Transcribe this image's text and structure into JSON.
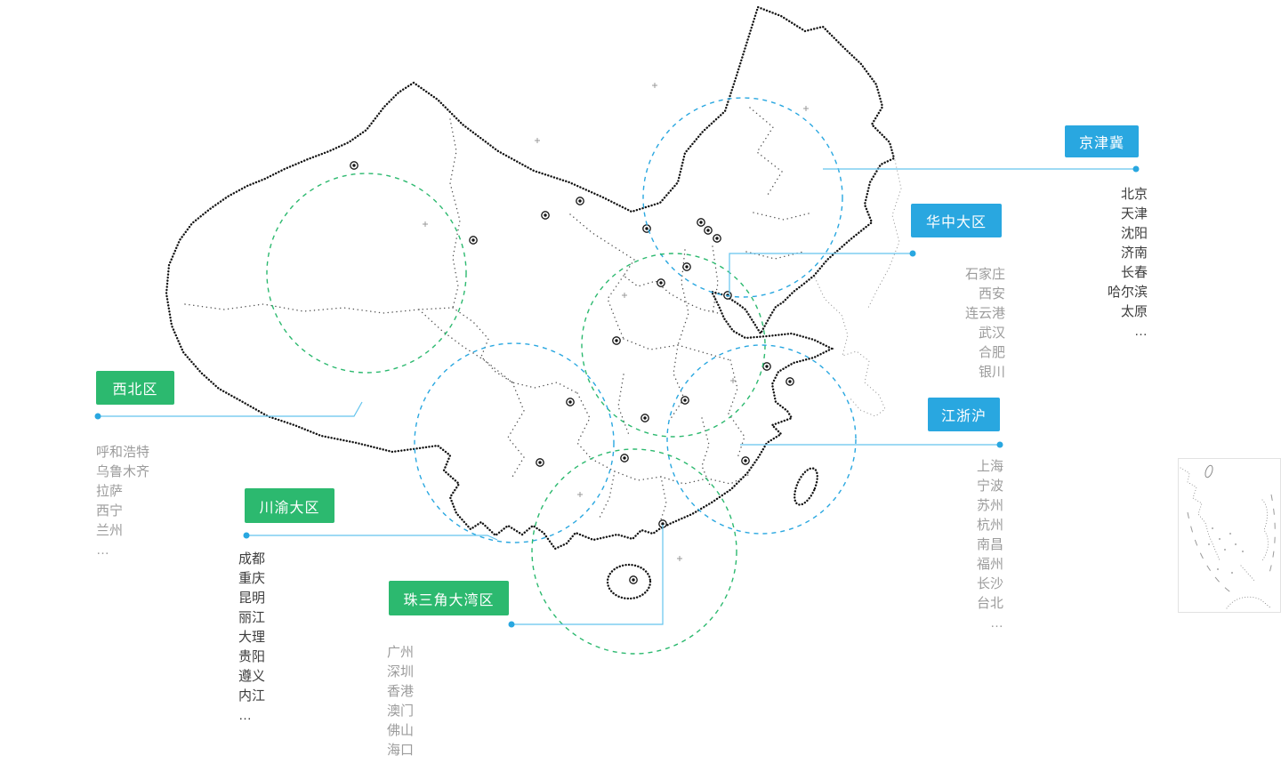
{
  "page": {
    "background": "#ffffff"
  },
  "colors": {
    "blue": "#29a7e0",
    "green": "#2cb96f",
    "city_text_gray": "#9c9c9c",
    "city_text_dark": "#3d3d3d",
    "map_ink": "#141414"
  },
  "regions": [
    {
      "id": "jingjinji",
      "label": "京津冀",
      "color": "blue",
      "cities": [
        "北京",
        "天津",
        "沈阳",
        "济南",
        "长春",
        "哈尔滨",
        "太原",
        "…"
      ]
    },
    {
      "id": "huazhong",
      "label": "华中大区",
      "color": "blue",
      "cities": [
        "石家庄",
        "西安",
        "连云港",
        "武汉",
        "合肥",
        "银川"
      ]
    },
    {
      "id": "xibei",
      "label": "西北区",
      "color": "green",
      "cities": [
        "呼和浩特",
        "乌鲁木齐",
        "拉萨",
        "西宁",
        "兰州",
        "…"
      ]
    },
    {
      "id": "chuanyu",
      "label": "川渝大区",
      "color": "green",
      "cities": [
        "成都",
        "重庆",
        "昆明",
        "丽江",
        "大理",
        "贵阳",
        "遵义",
        "内江",
        "…"
      ]
    },
    {
      "id": "zhusanjiao",
      "label": "珠三角大湾区",
      "color": "green",
      "cities": [
        "广州",
        "深圳",
        "香港",
        "澳门",
        "佛山",
        "海口",
        "…"
      ]
    },
    {
      "id": "jiangzhehu",
      "label": "江浙沪",
      "color": "blue",
      "cities": [
        "上海",
        "宁波",
        "苏州",
        "杭州",
        "南昌",
        "福州",
        "长沙",
        "台北",
        "…"
      ]
    }
  ]
}
